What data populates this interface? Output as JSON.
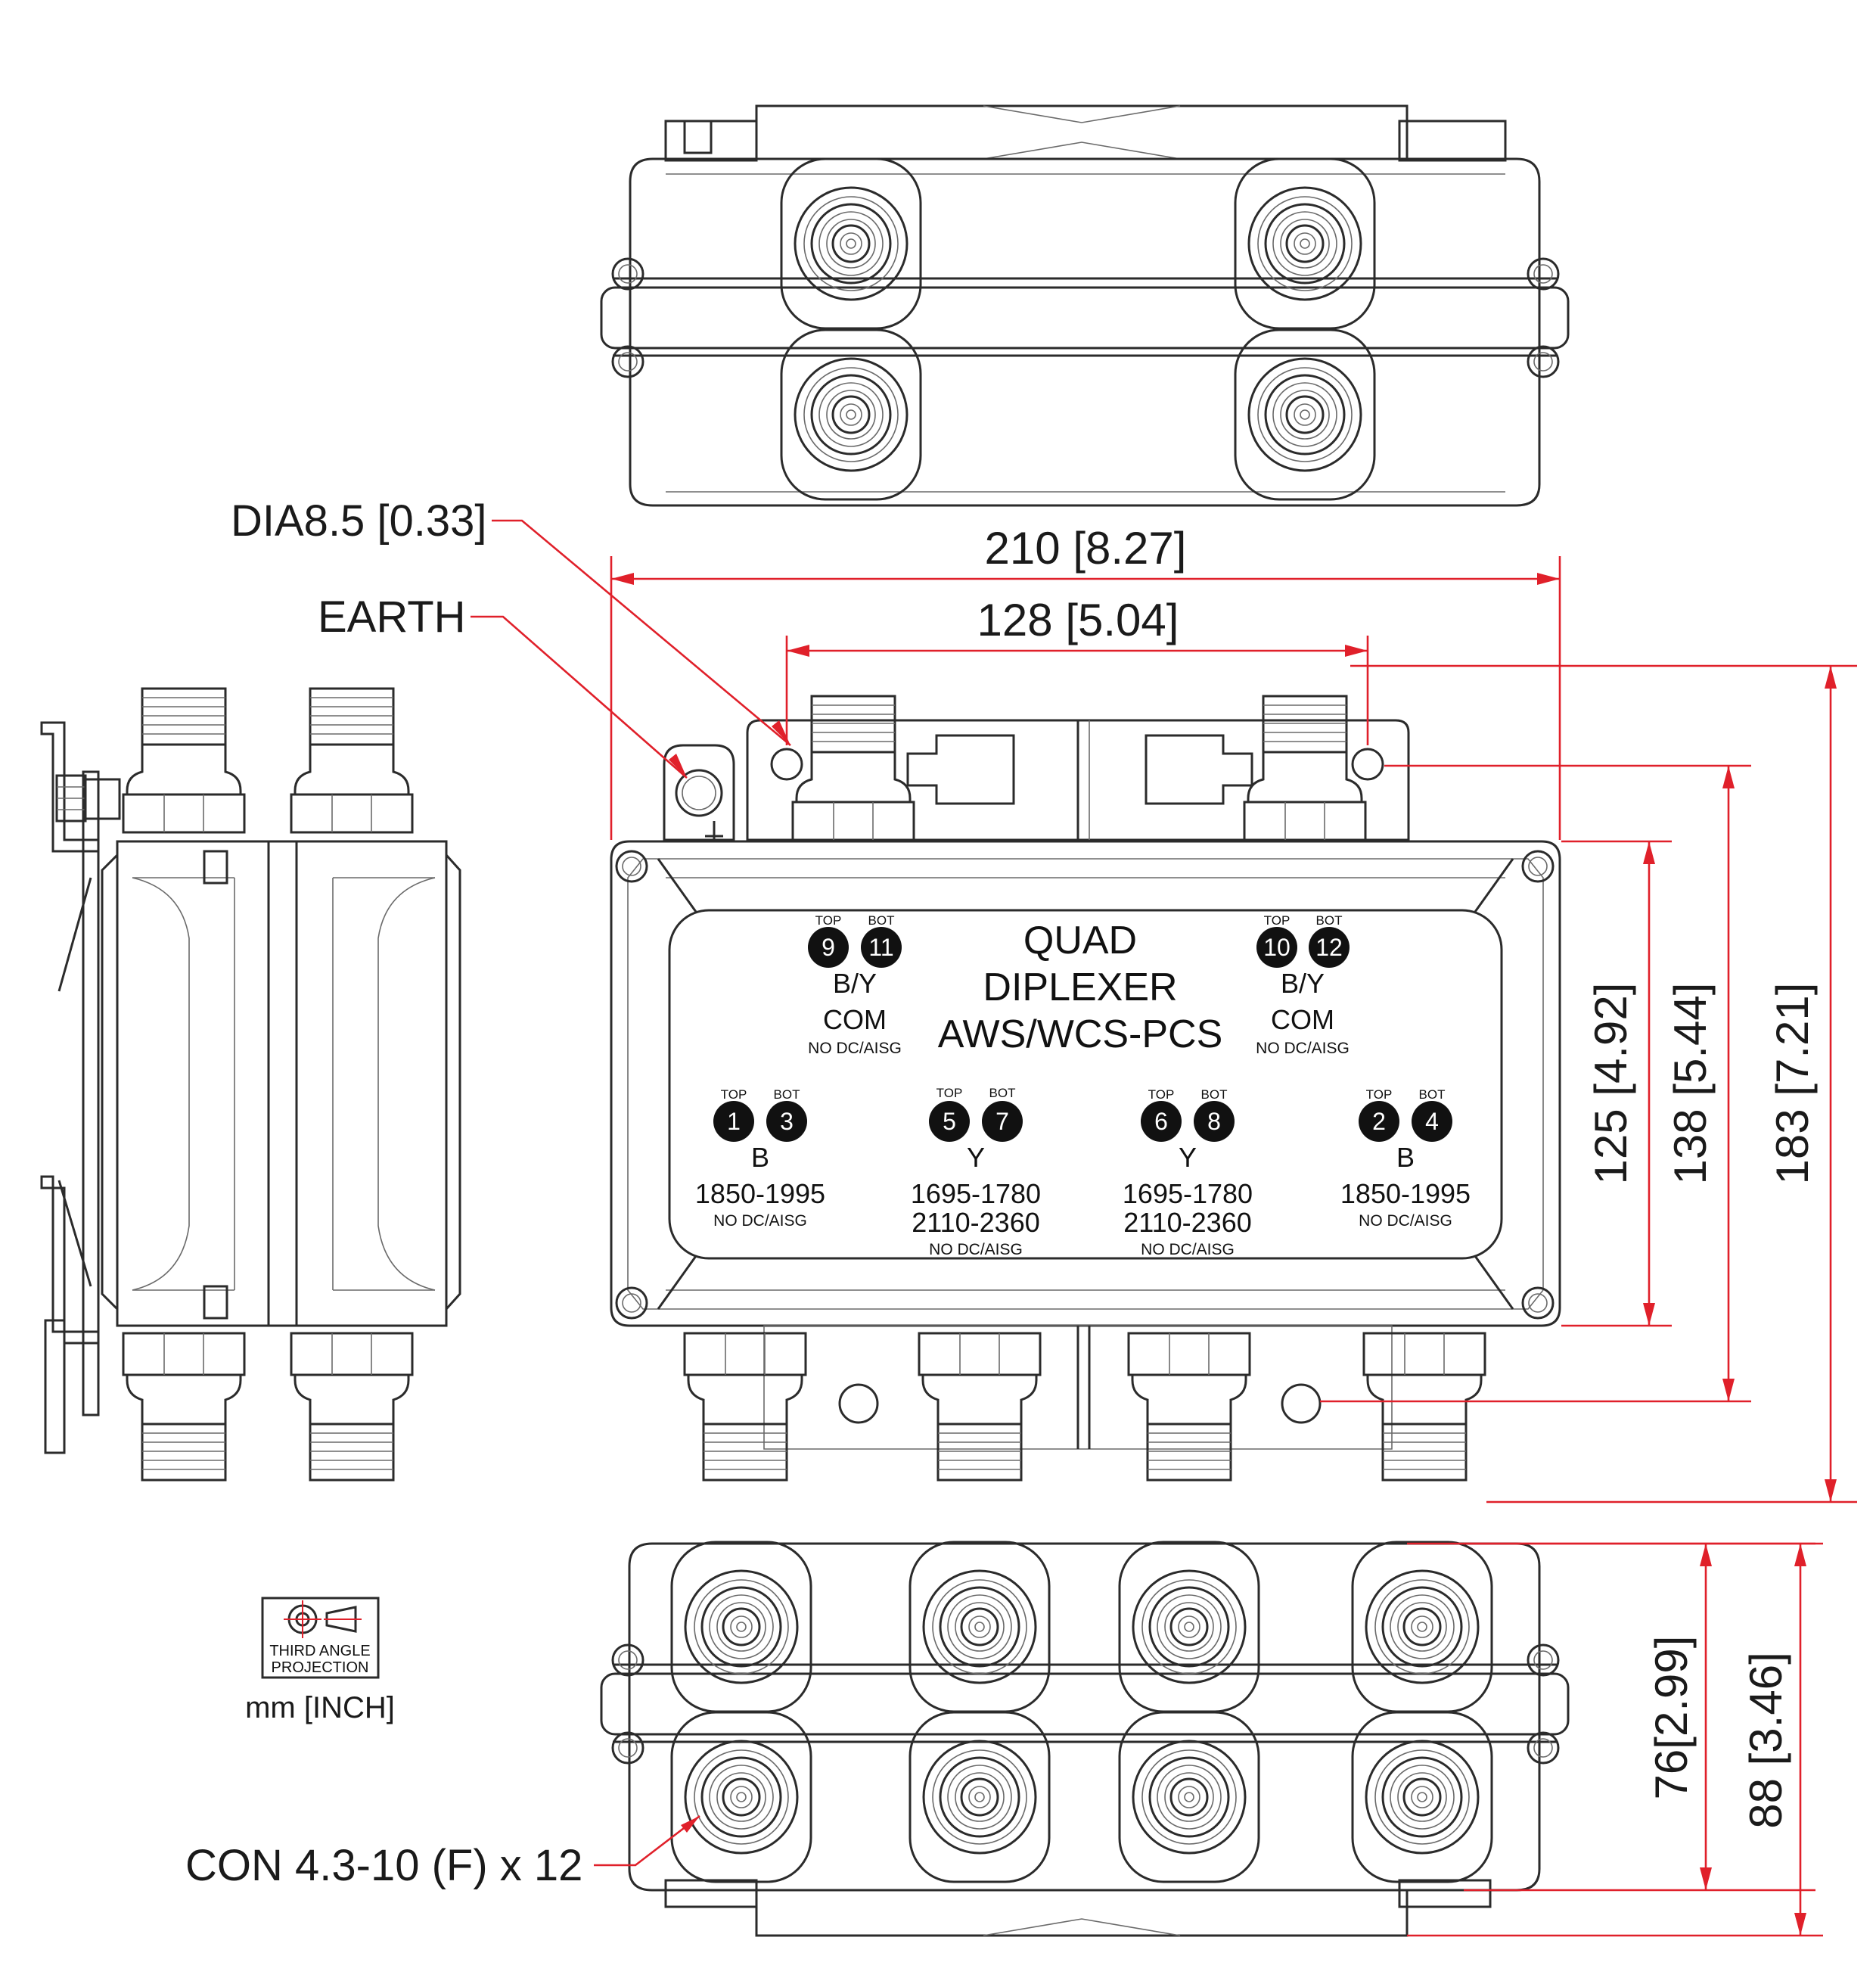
{
  "dimensions": {
    "width_overall": "210 [8.27]",
    "width_mount": "128 [5.04]",
    "height_body": "125 [4.92]",
    "height_mount": "138 [5.44]",
    "height_overall": "183 [7.21]",
    "depth_body": "76[2.99]",
    "depth_overall": "88 [3.46]"
  },
  "callouts": {
    "hole": "DIA8.5 [0.33]",
    "earth": "EARTH",
    "connector": "CON 4.3-10 (F) x 12"
  },
  "label_plate": {
    "title_lines": [
      "QUAD",
      "DIPLEXER",
      "AWS/WCS-PCS"
    ],
    "groups": [
      {
        "top_tag": "TOP",
        "bot_tag": "BOT",
        "top_port": "9",
        "bot_port": "11",
        "band": "B/Y",
        "line1": "COM",
        "line2": "",
        "note": "NO DC/AISG"
      },
      {
        "top_tag": "TOP",
        "bot_tag": "BOT",
        "top_port": "10",
        "bot_port": "12",
        "band": "B/Y",
        "line1": "COM",
        "line2": "",
        "note": "NO DC/AISG"
      },
      {
        "top_tag": "TOP",
        "bot_tag": "BOT",
        "top_port": "1",
        "bot_port": "3",
        "band": "B",
        "line1": "1850-1995",
        "line2": "",
        "note": "NO DC/AISG"
      },
      {
        "top_tag": "TOP",
        "bot_tag": "BOT",
        "top_port": "5",
        "bot_port": "7",
        "band": "Y",
        "line1": "1695-1780",
        "line2": "2110-2360",
        "note": "NO DC/AISG"
      },
      {
        "top_tag": "TOP",
        "bot_tag": "BOT",
        "top_port": "6",
        "bot_port": "8",
        "band": "Y",
        "line1": "1695-1780",
        "line2": "2110-2360",
        "note": "NO DC/AISG"
      },
      {
        "top_tag": "TOP",
        "bot_tag": "BOT",
        "top_port": "2",
        "bot_port": "4",
        "band": "B",
        "line1": "1850-1995",
        "line2": "",
        "note": "NO DC/AISG"
      }
    ]
  },
  "projection": {
    "line1": "THIRD ANGLE",
    "line2": "PROJECTION",
    "units": "mm [INCH]"
  },
  "colors": {
    "line": "#2b2b2b",
    "dimension": "#e0202a",
    "port_badge": "#111111"
  }
}
